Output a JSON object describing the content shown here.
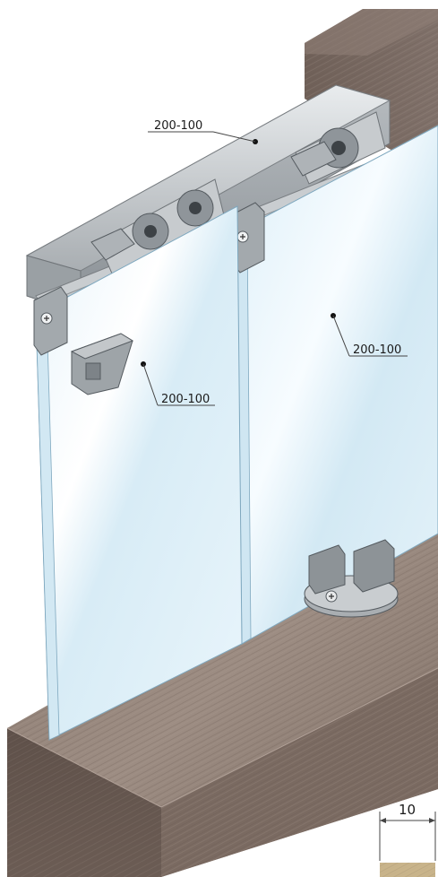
{
  "diagram": {
    "callouts": [
      {
        "label": "200-100",
        "target": "top rail profile"
      },
      {
        "label": "200-100",
        "target": "right glass panel"
      },
      {
        "label": "200-100",
        "target": "left glass panel"
      }
    ],
    "dimension": {
      "value": "10"
    }
  }
}
